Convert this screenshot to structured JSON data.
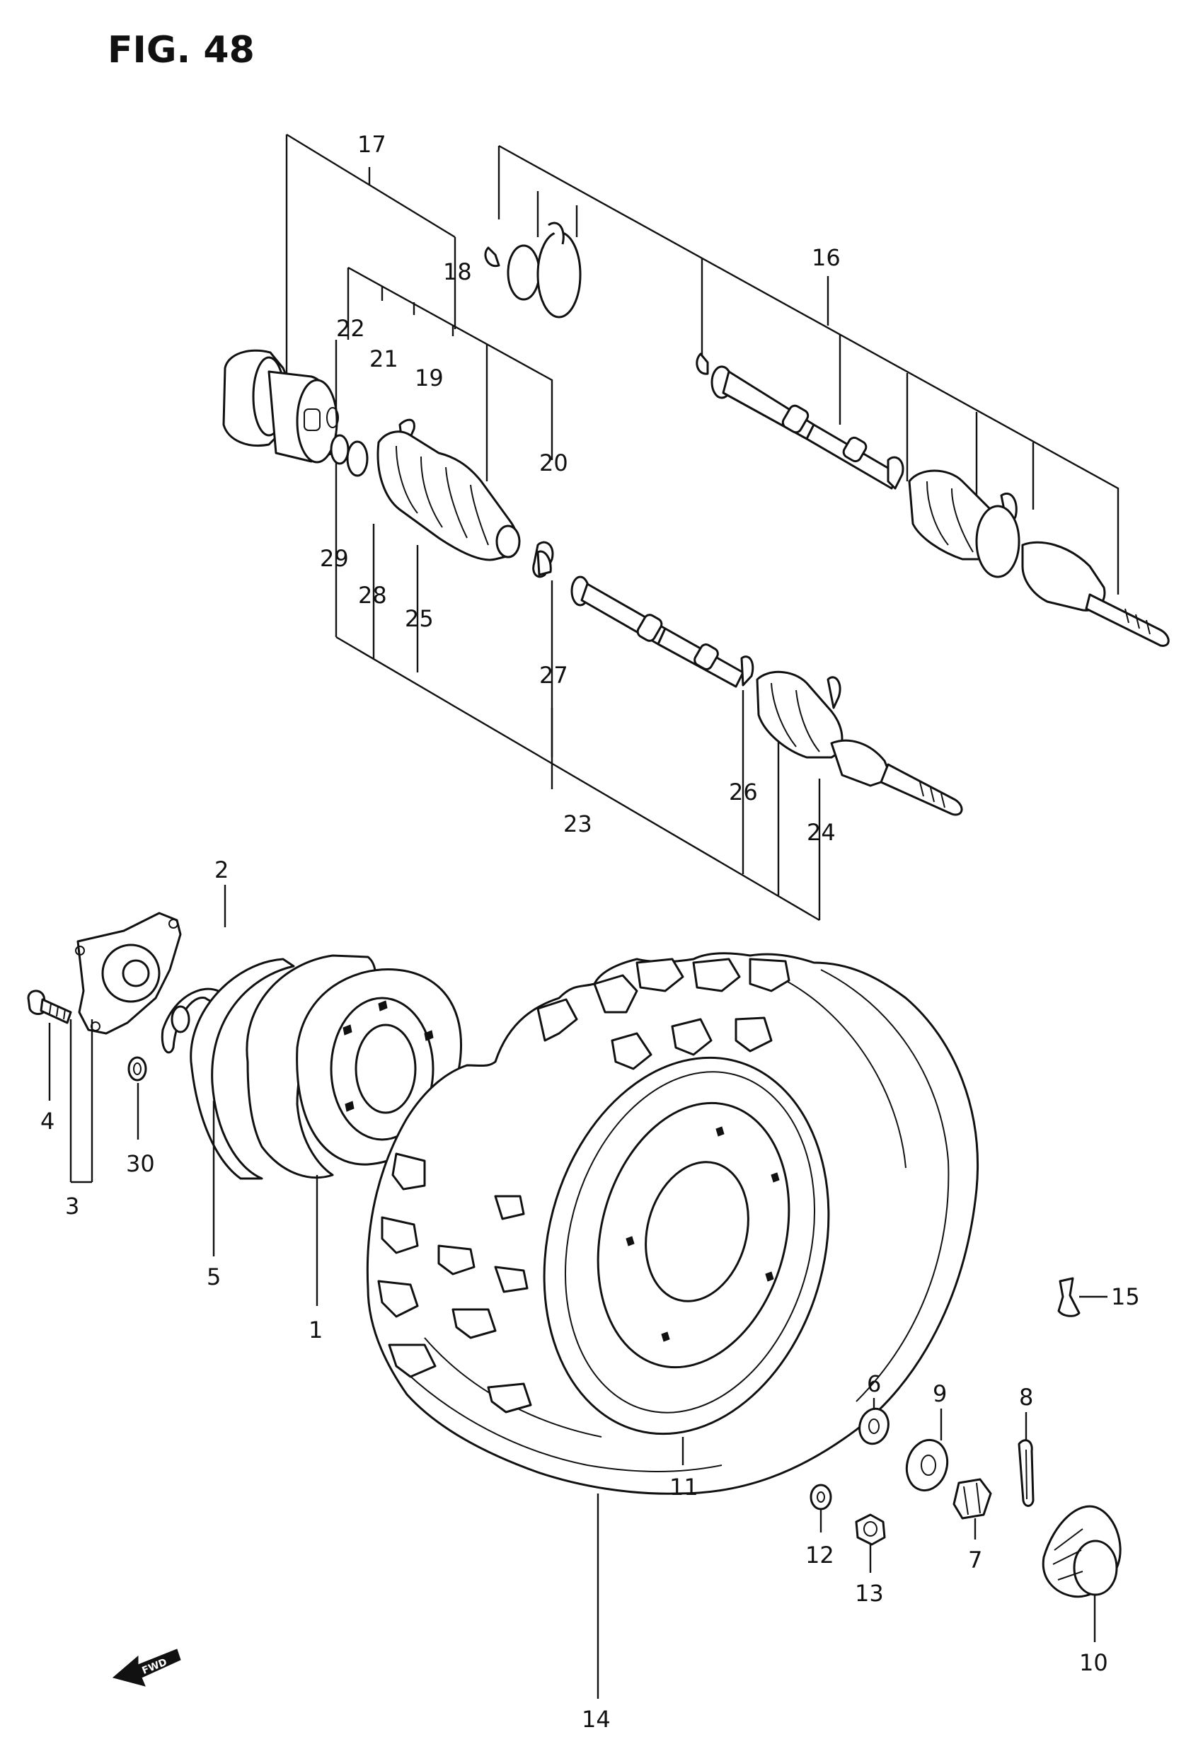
{
  "figure": {
    "title": "FIG. 48"
  },
  "callouts": {
    "c1": "1",
    "c2": "2",
    "c3": "3",
    "c4": "4",
    "c5": "5",
    "c6": "6",
    "c7": "7",
    "c8": "8",
    "c9": "9",
    "c10": "10",
    "c11": "11",
    "c12": "12",
    "c13": "13",
    "c14": "14",
    "c15": "15",
    "c16": "16",
    "c17": "17",
    "c18": "18",
    "c19": "19",
    "c20": "20",
    "c21": "21",
    "c22": "22",
    "c23": "23",
    "c24": "24",
    "c25": "25",
    "c26": "26",
    "c27": "27",
    "c28": "28",
    "c29": "29",
    "c30": "30"
  },
  "fwd_arrow": {
    "label": "FWD"
  }
}
